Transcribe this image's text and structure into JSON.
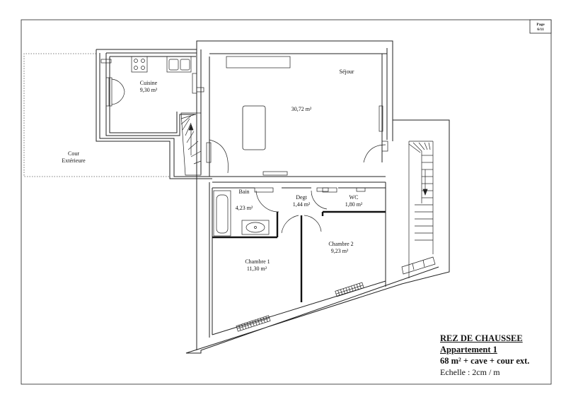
{
  "page": {
    "label": "Page",
    "number": "6/11"
  },
  "rooms": {
    "cuisine": {
      "name": "Cuisine",
      "area": "9,30 m²"
    },
    "sejour": {
      "name": "Séjour",
      "area": "30,72 m²"
    },
    "bain": {
      "name": "Bain",
      "area": "4,23 m²"
    },
    "degt": {
      "name": "Degt",
      "area": "1,44 m²"
    },
    "wc": {
      "name": "WC",
      "area": "1,80 m²"
    },
    "chambre1": {
      "name": "Chambre 1",
      "area": "11,30 m²"
    },
    "chambre2": {
      "name": "Chambre 2",
      "area": "9,23 m²"
    },
    "cour": {
      "name": "Cour",
      "name2": "Extérieure"
    }
  },
  "title_block": {
    "level": "REZ DE CHAUSSEE",
    "unit": "Appartement 1",
    "summary": "68 m² + cave + cour ext.",
    "scale": "Echelle : 2cm / m"
  }
}
